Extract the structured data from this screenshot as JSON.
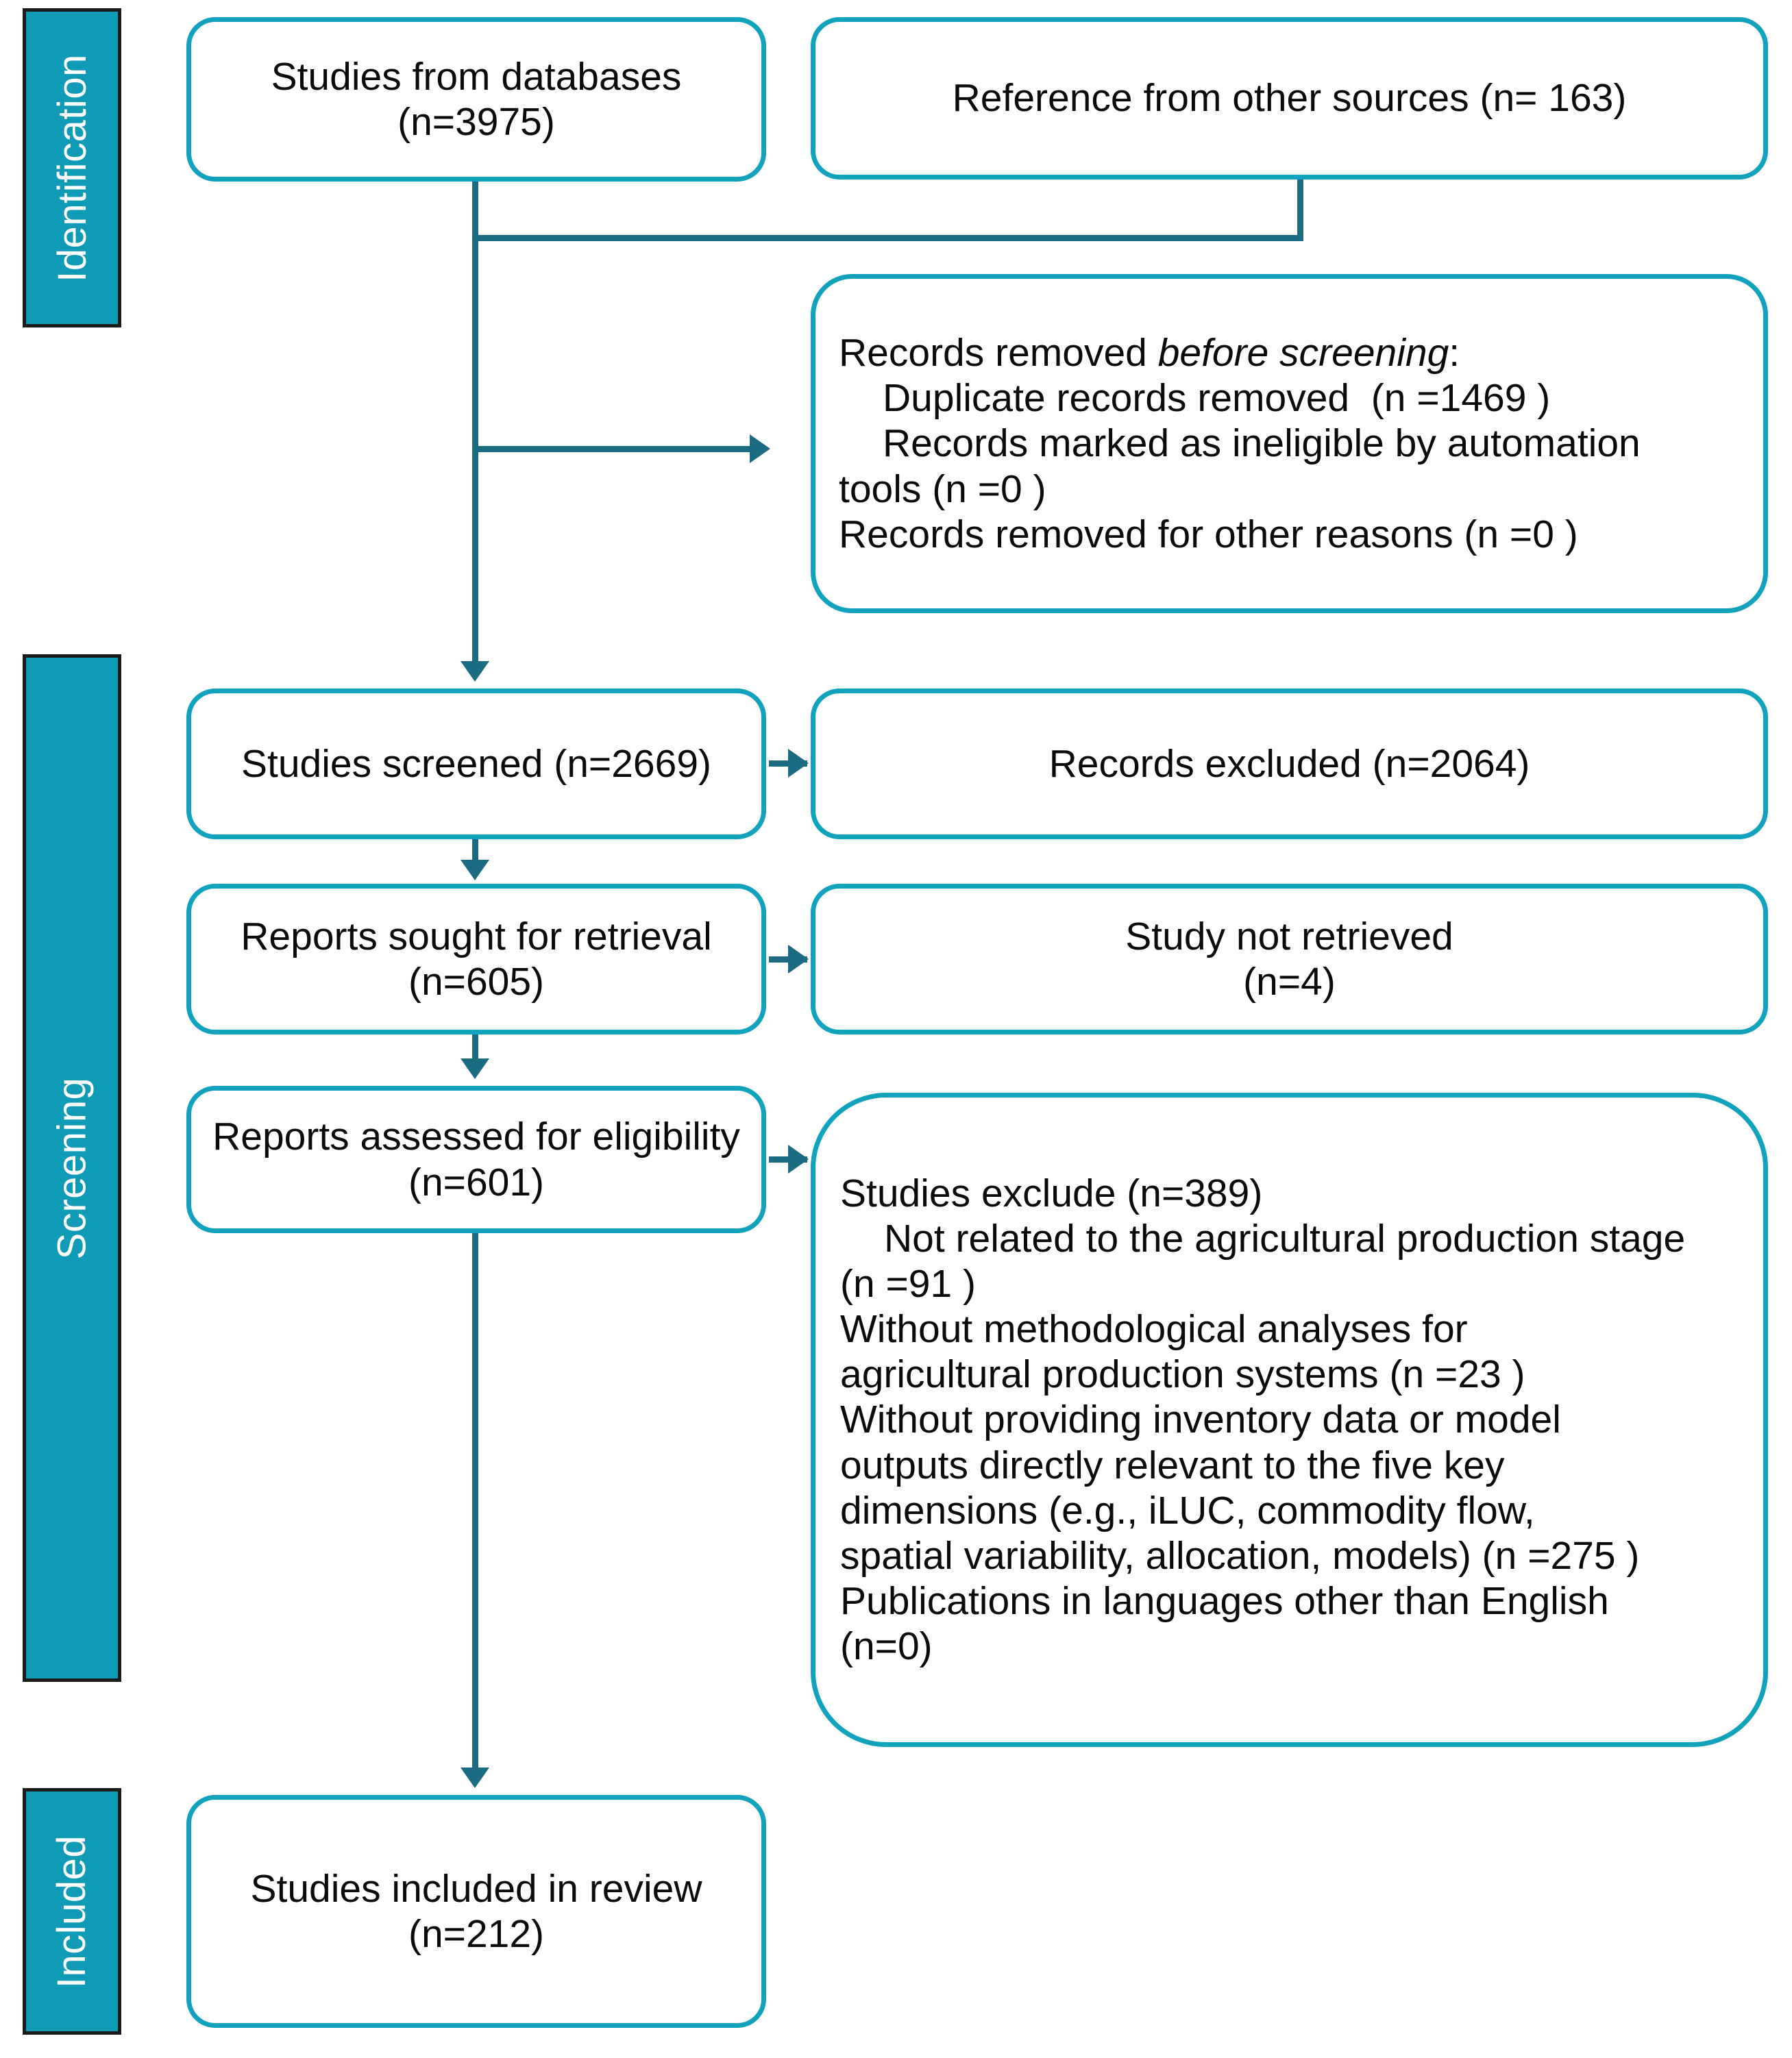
{
  "diagram": {
    "type": "prisma-flow-diagram",
    "accent_teal": "#11a2bd",
    "bar_teal": "#0f9bb5",
    "connector_teal": "#1b6b82"
  },
  "phases": [
    {
      "id": "identification",
      "label": "Identification"
    },
    {
      "id": "screening",
      "label": "Screening"
    },
    {
      "id": "included",
      "label": "Included"
    }
  ],
  "nodes": {
    "databases": {
      "line1": "Studies from databases",
      "line2": "(n=3975)"
    },
    "other_sources": {
      "line1": "Reference from other sources (n= 163)"
    },
    "records_removed": {
      "header_prefix": "Records removed ",
      "header_em": "before screening",
      "header_suffix": ":",
      "item1": "Duplicate records removed  (n =1469 )",
      "item2": "Records marked as ineligible by automation",
      "item2b": "tools (n =0 )",
      "item3": "Records removed for other reasons (n =0 )"
    },
    "screened": {
      "line1": "Studies screened (n=2669)"
    },
    "records_excluded": {
      "line1": "Records excluded (n=2064)"
    },
    "sought": {
      "line1": "Reports sought for retrieval",
      "line2": "(n=605)"
    },
    "not_retrieved": {
      "line1": "Study not retrieved",
      "line2": "(n=4)"
    },
    "assessed": {
      "line1": "Reports assessed for eligibility",
      "line2": "(n=601)"
    },
    "studies_excluded": {
      "header": "Studies exclude (n=389)",
      "item1a": "Not related to the agricultural production stage",
      "item1b": "(n =91 )",
      "item2a": "Without methodological analyses for",
      "item2b": "agricultural production systems (n =23 )",
      "item3a": "Without providing inventory data or model",
      "item3b": "outputs directly relevant to the five key",
      "item3c": "dimensions (e.g., iLUC, commodity flow,",
      "item3d": "spatial variability, allocation, models) (n =275 )",
      "item4a": "Publications in languages other than English",
      "item4b": "(n=0)"
    },
    "included_review": {
      "line1": "Studies included in review",
      "line2": "(n=212)"
    }
  }
}
